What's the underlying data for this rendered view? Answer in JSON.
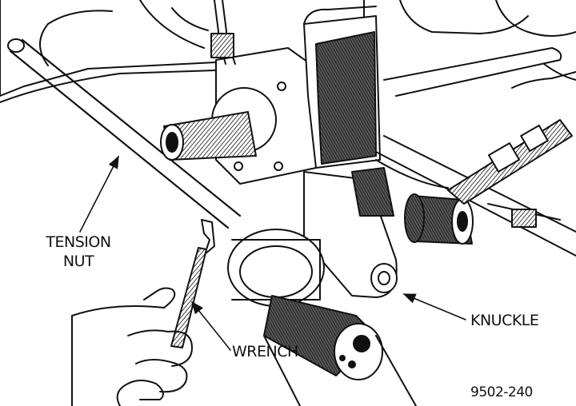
{
  "labels": {
    "tension_line1": "TENSION",
    "tension_line2": "NUT",
    "knuckle": "KNUCKLE",
    "wrench": "WRENCH",
    "figure_number": "9502-240"
  },
  "colors": {
    "ink": "#111111",
    "paper": "#ffffff",
    "shade": "#555555"
  }
}
